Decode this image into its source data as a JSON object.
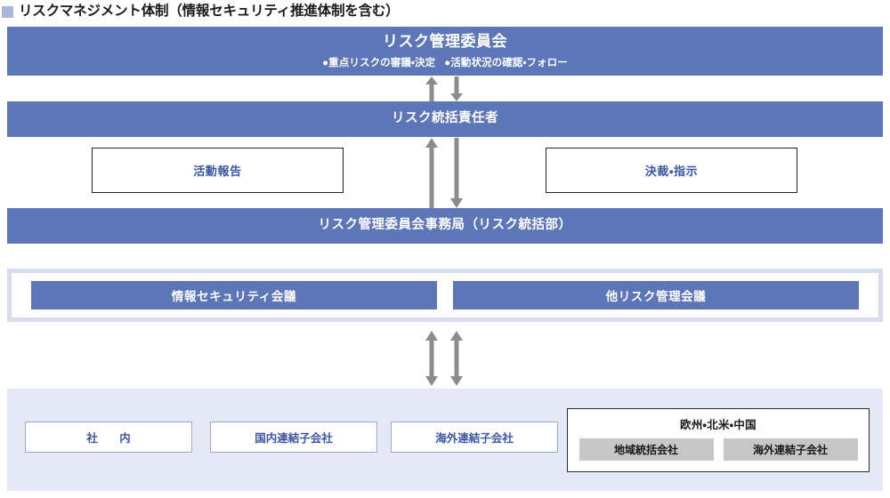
{
  "heading": {
    "marker_icon": "square-marker-icon",
    "text": "リスクマネジメント体制（情報セキュリティ推進体制を含む）"
  },
  "colors": {
    "band_blue": "#5C76B8",
    "panel_lavender": "#E4E9F5",
    "container_border": "#D6DDF0",
    "scope_border": "#9AA9D4",
    "scope_text": "#3C55A5",
    "region_gray": "#C7C7C7",
    "arrow_gray": "#8C8C8C",
    "marker": "#AAB4DC"
  },
  "bands": {
    "committee": {
      "title": "リスク管理委員会",
      "bullet_1": "●重点リスクの審議・決定",
      "bullet_2": "●活動状況の確認・フォロー"
    },
    "officer": {
      "title": "リスク統括責任者"
    },
    "secretariat": {
      "title": "リスク管理委員会事務局（リスク統括部）"
    }
  },
  "notes": {
    "report": "活動報告",
    "approve": "決裁・指示"
  },
  "meetings": [
    {
      "label": "情報セキュリティ会議"
    },
    {
      "label": "他リスク管理会議"
    }
  ],
  "scope": {
    "boxes": [
      {
        "label": "社　内"
      },
      {
        "label": "国内連結子会社"
      },
      {
        "label": "海外連結子会社"
      }
    ],
    "region_group": {
      "title": "欧州・北米・中国",
      "boxes": [
        {
          "label": "地域統括会社"
        },
        {
          "label": "海外連結子会社"
        }
      ]
    }
  },
  "arrows": {
    "committee_officer_up": "arrow-up",
    "committee_officer_down": "arrow-down",
    "officer_secretariat_up": "arrow-up",
    "officer_secretariat_down": "arrow-down",
    "secretariat_scope_left": "arrow-up-down",
    "secretariat_scope_right": "arrow-up-down"
  }
}
